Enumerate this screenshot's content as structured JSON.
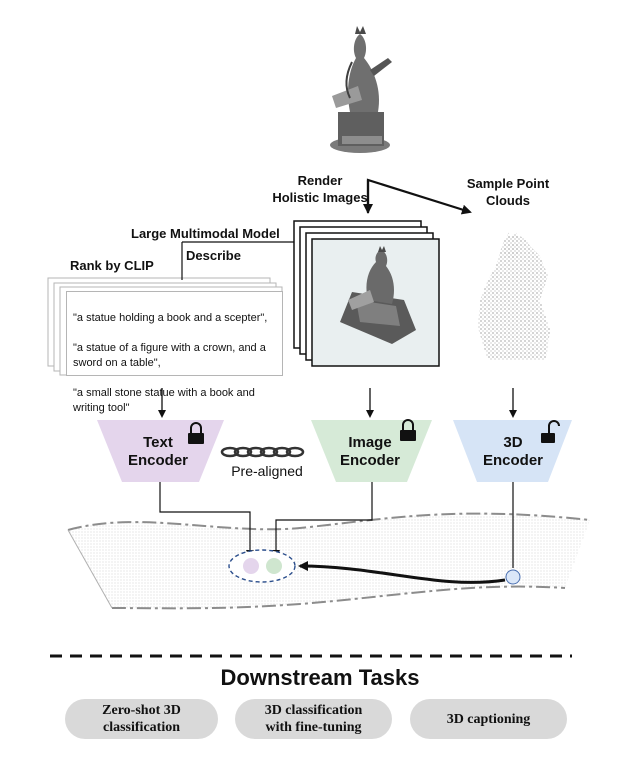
{
  "labels": {
    "render": "Render\nHolistic Images",
    "sample": "Sample Point\nClouds",
    "lmm": "Large Multimodal Model",
    "describe": "Describe",
    "rank": "Rank by CLIP",
    "prealigned": "Pre-aligned"
  },
  "captions": [
    "\"a statue holding a book and a scepter\",",
    "\"a statue of a figure with a crown, and a sword on a table\",",
    "\"a small stone statue with a book and writing tool\""
  ],
  "encoders": {
    "text": "Text\nEncoder",
    "image": "Image\nEncoder",
    "three_d": "3D\nEncoder"
  },
  "colors": {
    "text_encoder": "#e4d5ec",
    "image_encoder": "#d6ead7",
    "three_d_encoder": "#d6e4f6",
    "task_pill": "#d9d9d9"
  },
  "downstream": {
    "title": "Downstream Tasks",
    "tasks": [
      "Zero-shot 3D\nclassification",
      "3D classification\nwith fine-tuning",
      "3D captioning"
    ]
  }
}
